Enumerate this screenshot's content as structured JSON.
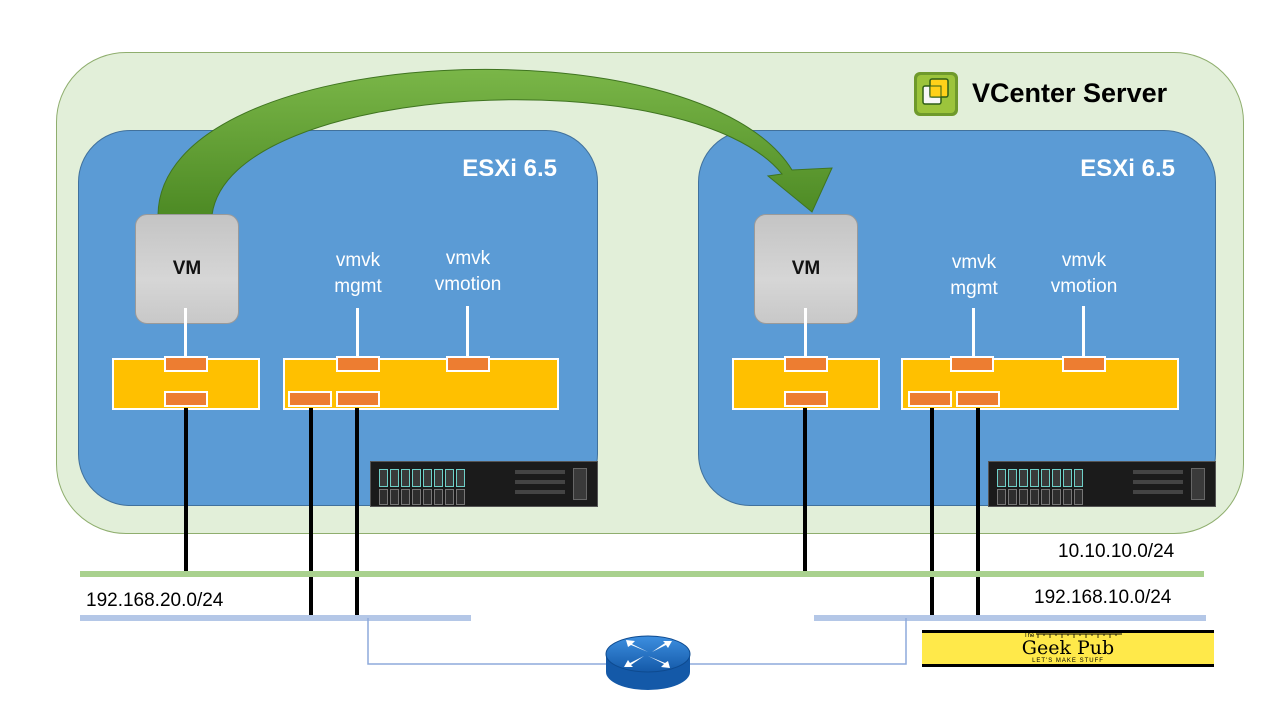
{
  "vcenter": {
    "title": "VCenter Server"
  },
  "hosts": [
    {
      "title": "ESXi 6.5",
      "vm_label": "VM",
      "vmk_mgmt": [
        "vmvk",
        "mgmt"
      ],
      "vmk_vmotion": [
        "vmvk",
        "vmotion"
      ]
    },
    {
      "title": "ESXi 6.5",
      "vm_label": "VM",
      "vmk_mgmt": [
        "vmvk",
        "mgmt"
      ],
      "vmk_vmotion": [
        "vmvk",
        "vmotion"
      ]
    }
  ],
  "networks": {
    "green": "10.10.10.0/24",
    "blue_left": "192.168.20.0/24",
    "blue_right": "192.168.10.0/24"
  },
  "logo": {
    "the": "The",
    "name": "Geek Pub",
    "tagline": "LET'S MAKE STUFF"
  },
  "colors": {
    "vcenter_fill": "#e2efd9",
    "host_fill": "#5b9bd5",
    "switch_fill": "#ffc000",
    "port_fill": "#ed7d31",
    "arrow_green": "#5f9a2e",
    "green_network": "#a9d18e",
    "blue_network": "#b4c7e7",
    "router": "#1f73c8"
  }
}
